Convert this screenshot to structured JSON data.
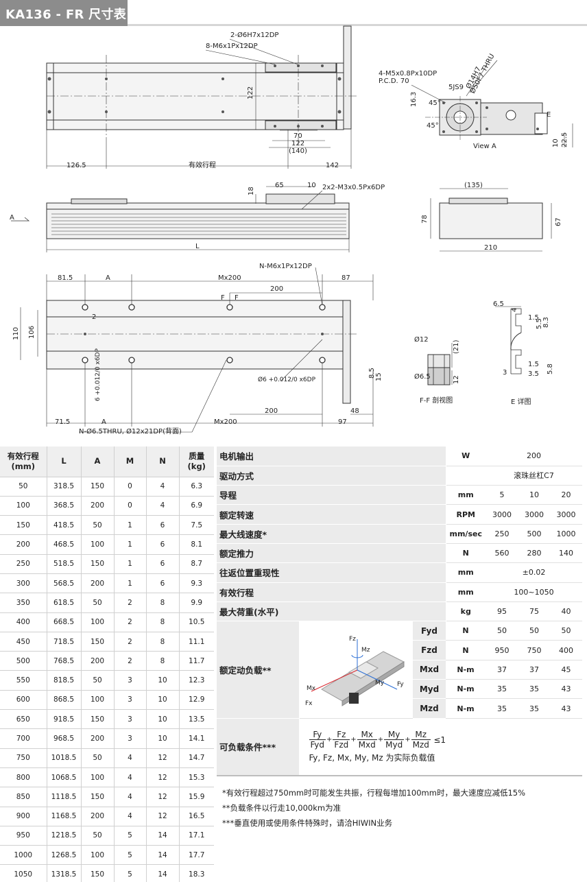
{
  "header": {
    "title": "KA136 - FR 尺寸表"
  },
  "drawing": {
    "top_view": {
      "dims": [
        "2-Ø6H7x12DP",
        "8-M6x1Px12DP",
        "122",
        "70",
        "122",
        "(140)",
        "126.5",
        "有效行程",
        "142"
      ]
    },
    "view_a": {
      "dims": [
        "4-M5x0.8Px10DP",
        "P.C.D. 70",
        "5JS9",
        "Ø14H7",
        "Ø50F7 THRU",
        "16.3",
        "45°",
        "45°",
        "E",
        "10",
        "22.5"
      ],
      "caption": "View A"
    },
    "side_view": {
      "dims": [
        "18",
        "65",
        "10",
        "2x2-M3x0.5Px6DP",
        "A",
        "L"
      ]
    },
    "end_view": {
      "dims": [
        "(135)",
        "78",
        "67",
        "210"
      ]
    },
    "bottom_view": {
      "dims": [
        "N-M6x1Px12DP",
        "81.5",
        "A",
        "Mx200",
        "87",
        "200",
        "F",
        "F",
        "2",
        "110",
        "106",
        "6 +0.012/0 x6DP",
        "Ø6 +0.012/0 x6DP",
        "8.5",
        "15",
        "200",
        "48",
        "71.5",
        "A",
        "Mx200",
        "97",
        "N-Ø6.5THRU, Ø12x21DP(背面)"
      ]
    },
    "ff_section": {
      "dims": [
        "Ø12",
        "(21)",
        "Ø6.5",
        "12"
      ],
      "caption": "F-F 剖视图"
    },
    "e_detail": {
      "dims": [
        "6.5",
        "4",
        "1.5",
        "5.5",
        "8.3",
        "3",
        "1.5",
        "3.5",
        "5.8"
      ],
      "caption": "E 详图"
    }
  },
  "stroke_table": {
    "headers": [
      "有效行程\n(mm)",
      "L",
      "A",
      "M",
      "N",
      "质量\n(kg)"
    ],
    "rows": [
      [
        "50",
        "318.5",
        "150",
        "0",
        "4",
        "6.3"
      ],
      [
        "100",
        "368.5",
        "200",
        "0",
        "4",
        "6.9"
      ],
      [
        "150",
        "418.5",
        "50",
        "1",
        "6",
        "7.5"
      ],
      [
        "200",
        "468.5",
        "100",
        "1",
        "6",
        "8.1"
      ],
      [
        "250",
        "518.5",
        "150",
        "1",
        "6",
        "8.7"
      ],
      [
        "300",
        "568.5",
        "200",
        "1",
        "6",
        "9.3"
      ],
      [
        "350",
        "618.5",
        "50",
        "2",
        "8",
        "9.9"
      ],
      [
        "400",
        "668.5",
        "100",
        "2",
        "8",
        "10.5"
      ],
      [
        "450",
        "718.5",
        "150",
        "2",
        "8",
        "11.1"
      ],
      [
        "500",
        "768.5",
        "200",
        "2",
        "8",
        "11.7"
      ],
      [
        "550",
        "818.5",
        "50",
        "3",
        "10",
        "12.3"
      ],
      [
        "600",
        "868.5",
        "100",
        "3",
        "10",
        "12.9"
      ],
      [
        "650",
        "918.5",
        "150",
        "3",
        "10",
        "13.5"
      ],
      [
        "700",
        "968.5",
        "200",
        "3",
        "10",
        "14.1"
      ],
      [
        "750",
        "1018.5",
        "50",
        "4",
        "12",
        "14.7"
      ],
      [
        "800",
        "1068.5",
        "100",
        "4",
        "12",
        "15.3"
      ],
      [
        "850",
        "1118.5",
        "150",
        "4",
        "12",
        "15.9"
      ],
      [
        "900",
        "1168.5",
        "200",
        "4",
        "12",
        "16.5"
      ],
      [
        "950",
        "1218.5",
        "50",
        "5",
        "14",
        "17.1"
      ],
      [
        "1000",
        "1268.5",
        "100",
        "5",
        "14",
        "17.7"
      ],
      [
        "1050",
        "1318.5",
        "150",
        "5",
        "14",
        "18.3"
      ]
    ]
  },
  "spec_table": {
    "motor_power": {
      "label": "电机输出",
      "unit": "W",
      "value": "200"
    },
    "drive": {
      "label": "驱动方式",
      "value": "滚珠丝杠C7"
    },
    "lead": {
      "label": "导程",
      "unit": "mm",
      "values": [
        "5",
        "10",
        "20"
      ]
    },
    "rated_speed": {
      "label": "额定转速",
      "unit": "RPM",
      "values": [
        "3000",
        "3000",
        "3000"
      ]
    },
    "max_speed": {
      "label": "最大线速度*",
      "unit": "mm/sec",
      "values": [
        "250",
        "500",
        "1000"
      ]
    },
    "rated_thrust": {
      "label": "额定推力",
      "unit": "N",
      "values": [
        "560",
        "280",
        "140"
      ]
    },
    "repeatability": {
      "label": "往返位置重现性",
      "unit": "mm",
      "value": "±0.02"
    },
    "stroke": {
      "label": "有效行程",
      "unit": "mm",
      "value": "100~1050"
    },
    "max_load": {
      "label": "最大荷重(水平)",
      "unit": "kg",
      "values": [
        "95",
        "75",
        "40"
      ]
    },
    "dynamic_load": {
      "label": "额定动负载**",
      "axis_labels": [
        "Fz",
        "Mz",
        "Mx",
        "Fx",
        "My",
        "Fy"
      ],
      "rows": [
        {
          "name": "Fyd",
          "unit": "N",
          "values": [
            "50",
            "50",
            "50"
          ]
        },
        {
          "name": "Fzd",
          "unit": "N",
          "values": [
            "950",
            "750",
            "400"
          ]
        },
        {
          "name": "Mxd",
          "unit": "N-m",
          "values": [
            "37",
            "37",
            "45"
          ]
        },
        {
          "name": "Myd",
          "unit": "N-m",
          "values": [
            "35",
            "35",
            "43"
          ]
        },
        {
          "name": "Mzd",
          "unit": "N-m",
          "values": [
            "35",
            "35",
            "43"
          ]
        }
      ]
    },
    "load_condition": {
      "label": "可负载条件***",
      "fractions": [
        [
          "Fy",
          "Fyd"
        ],
        [
          "Fz",
          "Fzd"
        ],
        [
          "Mx",
          "Mxd"
        ],
        [
          "My",
          "Myd"
        ],
        [
          "Mz",
          "Mzd"
        ]
      ],
      "plus": "+",
      "limit": "≤1",
      "note": "Fy, Fz, Mx, My, Mz 为实际负载值"
    }
  },
  "notes": [
    "*有效行程超过750mm时可能发生共振，行程每增加100mm时，最大速度应减低15%",
    "**负载条件以行走10,000km为准",
    "***垂直使用或使用条件特殊时，请洽HIWIN业务"
  ]
}
